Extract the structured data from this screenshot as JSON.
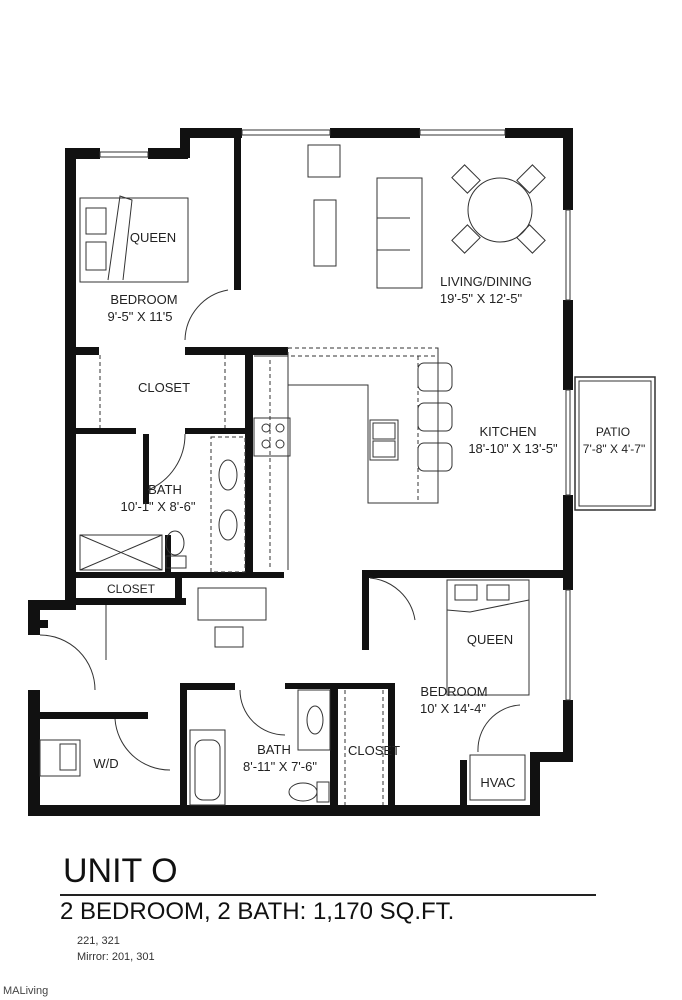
{
  "rooms": {
    "bedroom1_bed": "QUEEN",
    "bedroom1_name": "BEDROOM",
    "bedroom1_size": "9'-5\" X 11'5",
    "living_name": "LIVING/DINING",
    "living_size": "19'-5\" X 12'-5\"",
    "closet1": "CLOSET",
    "kitchen_name": "KITCHEN",
    "kitchen_size": "18'-10\" X 13'-5\"",
    "patio_name": "PATIO",
    "patio_size": "7'-8\" X 4'-7\"",
    "bath1_name": "BATH",
    "bath1_size": "10'-1\" X 8'-6\"",
    "closet2": "CLOSET",
    "bedroom2_bed": "QUEEN",
    "bedroom2_name": "BEDROOM",
    "bedroom2_size": "10' X 14'-4\"",
    "wd": "W/D",
    "bath2_name": "BATH",
    "bath2_size": "8'-11\" X 7'-6\"",
    "closet3": "CLOSET",
    "hvac": "HVAC"
  },
  "footer": {
    "unit_title": "UNIT O",
    "summary": "2 BEDROOM, 2 BATH: 1,170 SQ.FT.",
    "units": "221, 321",
    "mirror": "Mirror: 201, 301",
    "brand": "MALiving"
  }
}
